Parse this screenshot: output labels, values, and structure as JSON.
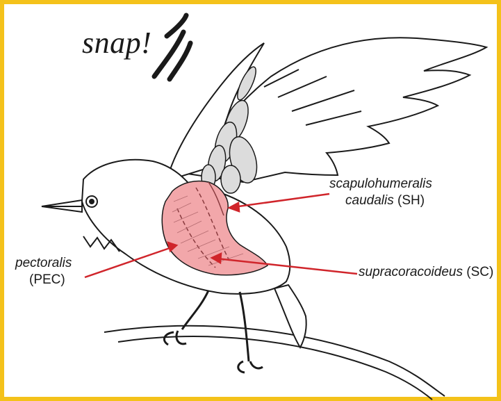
{
  "sound_text": "snap!",
  "labels": {
    "sh_name": "scapulohumeralis",
    "sh_name2": "caudalis",
    "sh_abbr": "(SH)",
    "pec_name": "pectoralis",
    "pec_abbr": "(PEC)",
    "sc_name": "supracoracoideus",
    "sc_abbr": "(SC)"
  },
  "colors": {
    "frame": "#f4c21a",
    "muscle_fill": "#f2a7aa",
    "arrow": "#d0252b",
    "ink": "#1a1a1a"
  }
}
